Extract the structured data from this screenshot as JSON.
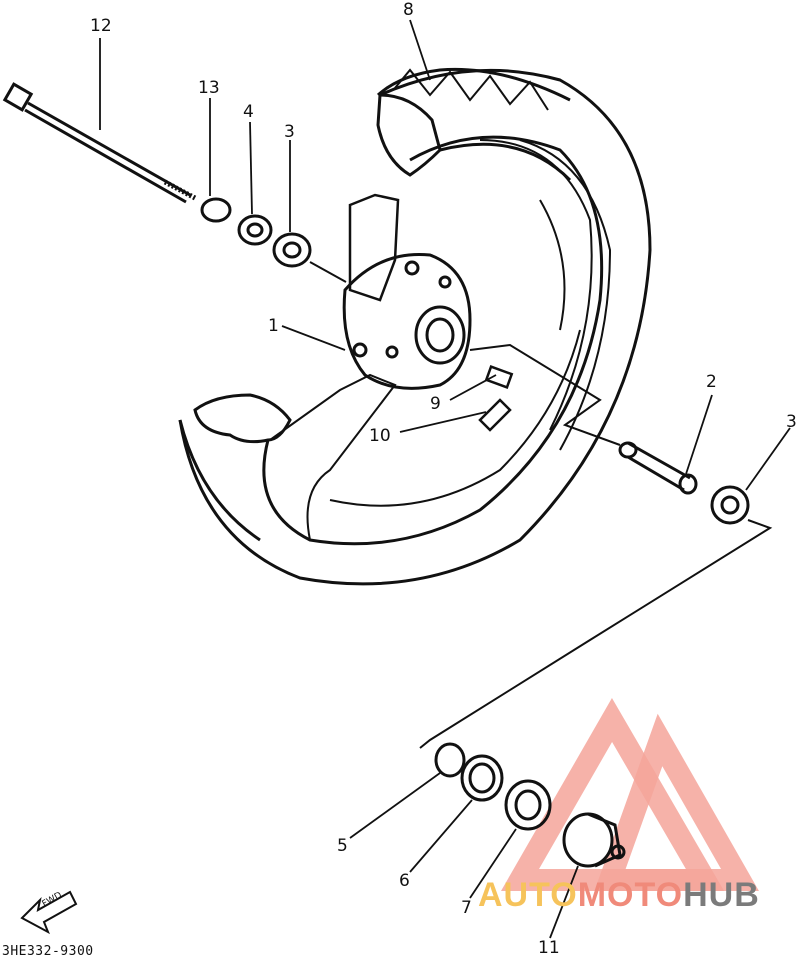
{
  "callouts": {
    "c1": "1",
    "c2": "2",
    "c3a": "3",
    "c3b": "3",
    "c4": "4",
    "c5": "5",
    "c6": "6",
    "c7": "7",
    "c8": "8",
    "c9": "9",
    "c10": "10",
    "c11": "11",
    "c12": "12",
    "c13": "13"
  },
  "fwd_label": "FWD",
  "diagram_code": "3HE332-9300",
  "watermark": {
    "part1": "AUTO",
    "part2": "MOTO",
    "part3": "HUB",
    "color_auto": "#f6c35b",
    "color_moto": "#f08a7a",
    "color_hub": "#7b7b7b",
    "logo_color": "#f08a7a"
  }
}
